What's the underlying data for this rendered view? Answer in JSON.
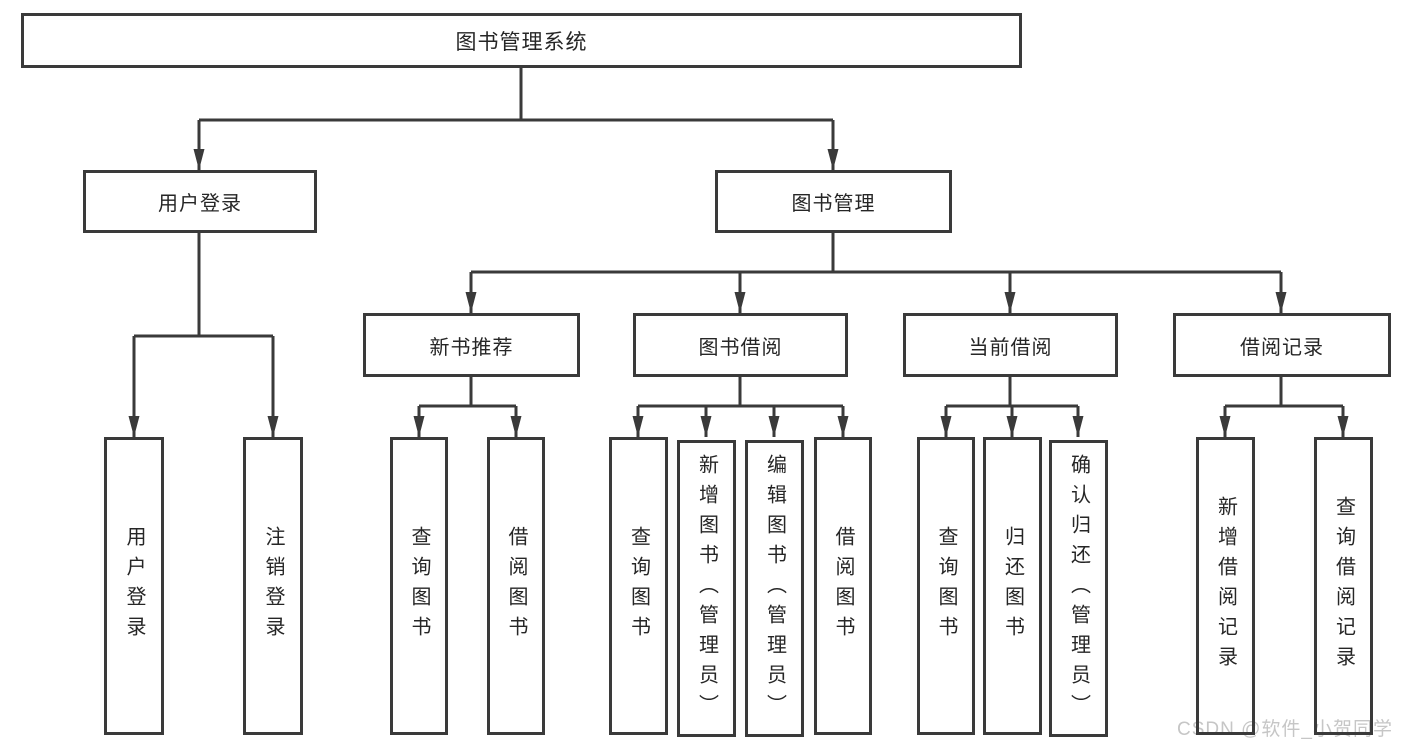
{
  "colors": {
    "line": "#3a3a3a",
    "text": "#262626",
    "background": "#ffffff",
    "watermark": "#c6c6c6"
  },
  "watermark": {
    "text": "CSDN @软件_小贺同学"
  },
  "tree": {
    "root": "图书管理系统",
    "branches": [
      {
        "label": "用户登录",
        "children": [
          "用户登录",
          "注销登录"
        ]
      },
      {
        "label": "图书管理",
        "groups": [
          {
            "label": "新书推荐",
            "children": [
              "查询图书",
              "借阅图书"
            ]
          },
          {
            "label": "图书借阅",
            "children": [
              "查询图书",
              "新增图书（管理员）",
              "编辑图书（管理员）",
              "借阅图书"
            ]
          },
          {
            "label": "当前借阅",
            "children": [
              "查询图书",
              "归还图书",
              "确认归还（管理员）"
            ]
          },
          {
            "label": "借阅记录",
            "children": [
              "新增借阅记录",
              "查询借阅记录"
            ]
          }
        ]
      }
    ]
  }
}
